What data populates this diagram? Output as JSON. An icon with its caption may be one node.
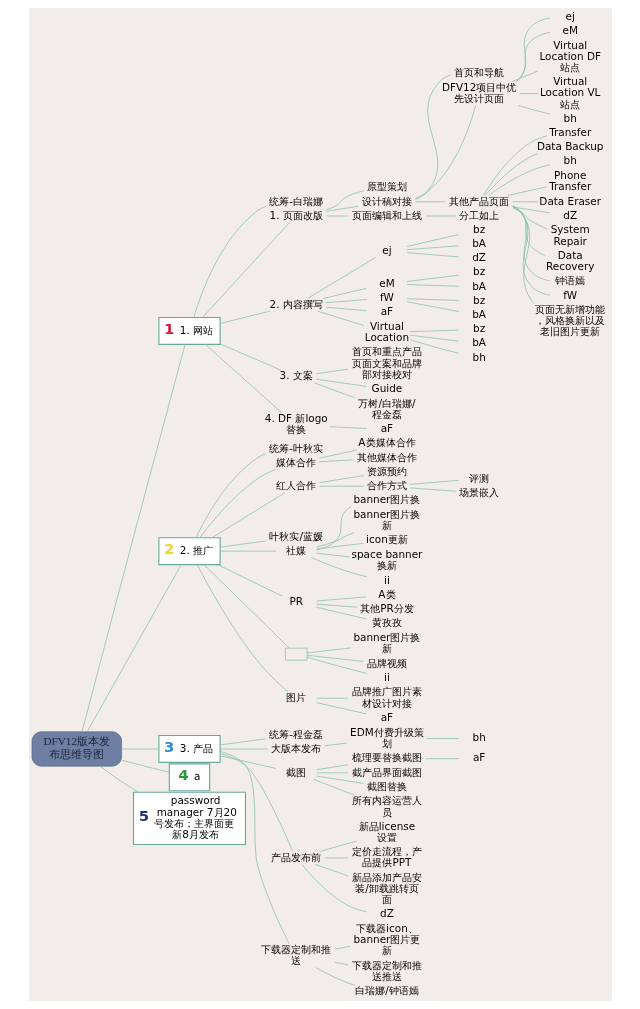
{
  "diagram": {
    "nodes": [
      {
        "text": [
          "DFV12版本发布思维导图"
        ]
      },
      {
        "text": [
          "1",
          "1. 网站"
        ]
      },
      {
        "text": [
          "统筹-白瑞娜"
        ]
      },
      {
        "text": [
          "1. 页面改版"
        ]
      },
      {
        "text": [
          "原型策划"
        ]
      },
      {
        "text": [
          "设计稿对接"
        ]
      },
      {
        "text": [
          "首页和导航"
        ]
      },
      {
        "text": [
          "DFV12项目中优先设计页面"
        ]
      },
      {
        "text": [
          "ej"
        ]
      },
      {
        "text": [
          "eM"
        ]
      },
      {
        "text": [
          "Virtual Location DF站点"
        ]
      },
      {
        "text": [
          "Virtual Location VL站点"
        ]
      },
      {
        "text": [
          "bh"
        ]
      },
      {
        "text": [
          "其他产品页面"
        ]
      },
      {
        "text": [
          "Transfer"
        ]
      },
      {
        "text": [
          "Data Backup"
        ]
      },
      {
        "text": [
          "bh"
        ]
      },
      {
        "text": [
          "Phone Transfer"
        ]
      },
      {
        "text": [
          "Data Eraser"
        ]
      },
      {
        "text": [
          "dZ"
        ]
      },
      {
        "text": [
          "System Repair"
        ]
      },
      {
        "text": [
          "Data Recovery"
        ]
      },
      {
        "text": [
          "钟语嫣"
        ]
      },
      {
        "text": [
          "fW"
        ]
      },
      {
        "text": [
          "页面无新增功能，风格换新以及老旧图片更新"
        ]
      },
      {
        "text": [
          "页面编辑和上线"
        ]
      },
      {
        "text": [
          "分工如上"
        ]
      },
      {
        "text": [
          "2. 内容撰写"
        ]
      },
      {
        "text": [
          "ej"
        ]
      },
      {
        "text": [
          "bz"
        ]
      },
      {
        "text": [
          "bA"
        ]
      },
      {
        "text": [
          "dZ"
        ]
      },
      {
        "text": [
          "eM"
        ]
      },
      {
        "text": [
          "bz"
        ]
      },
      {
        "text": [
          "bA"
        ]
      },
      {
        "text": [
          "fW"
        ]
      },
      {
        "text": [
          "bz"
        ]
      },
      {
        "text": [
          "bA"
        ]
      },
      {
        "text": [
          "aF"
        ]
      },
      {
        "text": [
          "Virtual Location"
        ]
      },
      {
        "text": [
          "bz"
        ]
      },
      {
        "text": [
          "bA"
        ]
      },
      {
        "text": [
          "bh"
        ]
      },
      {
        "text": [
          "3. 文案"
        ]
      },
      {
        "text": [
          "首页和重点产品页面文案和品牌部对接校对"
        ]
      },
      {
        "text": [
          "Guide"
        ]
      },
      {
        "text": [
          "万树/白瑞娜/程金磊"
        ]
      },
      {
        "text": [
          "4. DF 新logo替换"
        ]
      },
      {
        "text": [
          "aF"
        ]
      },
      {
        "text": [
          "2",
          "2. 推广"
        ]
      },
      {
        "text": [
          "统筹-叶秋实"
        ]
      },
      {
        "text": [
          "媒体合作"
        ]
      },
      {
        "text": [
          "A类媒体合作"
        ]
      },
      {
        "text": [
          "其他媒体合作"
        ]
      },
      {
        "text": [
          "红人合作"
        ]
      },
      {
        "text": [
          "资源预约"
        ]
      },
      {
        "text": [
          "合作方式"
        ]
      },
      {
        "text": [
          "评测"
        ]
      },
      {
        "text": [
          "场景嵌入"
        ]
      },
      {
        "text": [
          "叶秋实/蓝媛"
        ]
      },
      {
        "text": [
          "社媒"
        ]
      },
      {
        "text": [
          "banner图片换"
        ]
      },
      {
        "text": [
          "banner图片换新"
        ]
      },
      {
        "text": [
          "icon更新"
        ]
      },
      {
        "text": [
          "space banner换新"
        ]
      },
      {
        "text": [
          "ii"
        ]
      },
      {
        "text": [
          "PR"
        ]
      },
      {
        "text": [
          "A类"
        ]
      },
      {
        "text": [
          "其他PR分发"
        ]
      },
      {
        "text": [
          "黄孜孜"
        ]
      },
      {
        "text": [],
        "shape": "box"
      },
      {
        "text": [
          "banner图片换新"
        ]
      },
      {
        "text": [
          "品牌视频"
        ]
      },
      {
        "text": [
          "ii"
        ]
      },
      {
        "text": [
          "图片"
        ]
      },
      {
        "text": [
          "品牌推广图片素材设计对接"
        ]
      },
      {
        "text": [
          "aF"
        ]
      },
      {
        "text": [
          "3",
          "3. 产品"
        ]
      },
      {
        "text": [
          "统筹-程金磊"
        ]
      },
      {
        "text": [
          "大版本发布"
        ]
      },
      {
        "text": [
          "EDM付费升级策划"
        ]
      },
      {
        "text": [
          "bh"
        ]
      },
      {
        "text": [
          "截图"
        ]
      },
      {
        "text": [
          "梳理要替换截图"
        ]
      },
      {
        "text": [
          "aF"
        ]
      },
      {
        "text": [
          "截产品界面截图"
        ]
      },
      {
        "text": [
          "截图替换"
        ]
      },
      {
        "text": [
          "所有内容运营人员"
        ]
      },
      {
        "text": [
          "产品发布前"
        ]
      },
      {
        "text": [
          "新品license设置"
        ]
      },
      {
        "text": [
          "定价走流程，产品提供PPT"
        ]
      },
      {
        "text": [
          "新品添加产品安装/卸载跳转页面"
        ]
      },
      {
        "text": [
          "dZ"
        ]
      },
      {
        "text": [
          "下载器定制和推送"
        ]
      },
      {
        "text": [
          "下载器icon、banner图片更新"
        ]
      },
      {
        "text": [
          "下载器定制和推送推送"
        ]
      },
      {
        "text": [
          "白瑞娜/钟语嫣"
        ]
      },
      {
        "text": [
          "4",
          "a"
        ]
      },
      {
        "text": [
          "5",
          "password manager 7月20号发布；主界面更新8月发布"
        ]
      }
    ],
    "edges": [
      {
        "from": 0,
        "to": 1,
        "arrow": "none"
      },
      {
        "from": 1,
        "to": 2,
        "arrow": "none"
      },
      {
        "from": 1,
        "to": 3,
        "arrow": "none"
      },
      {
        "from": 3,
        "to": 4,
        "arrow": "none"
      },
      {
        "from": 3,
        "to": 5,
        "arrow": "none"
      },
      {
        "from": 5,
        "to": 6,
        "arrow": "none"
      },
      {
        "from": 5,
        "to": 7,
        "arrow": "none"
      },
      {
        "from": 7,
        "to": 8,
        "arrow": "none"
      },
      {
        "from": 7,
        "to": 9,
        "arrow": "none"
      },
      {
        "from": 7,
        "to": 10,
        "arrow": "none"
      },
      {
        "from": 7,
        "to": 11,
        "arrow": "none"
      },
      {
        "from": 7,
        "to": 12,
        "arrow": "none"
      },
      {
        "from": 5,
        "to": 13,
        "arrow": "none"
      },
      {
        "from": 13,
        "to": 14,
        "arrow": "none"
      },
      {
        "from": 13,
        "to": 15,
        "arrow": "none"
      },
      {
        "from": 13,
        "to": 16,
        "arrow": "none"
      },
      {
        "from": 13,
        "to": 17,
        "arrow": "none"
      },
      {
        "from": 13,
        "to": 18,
        "arrow": "none"
      },
      {
        "from": 13,
        "to": 19,
        "arrow": "none"
      },
      {
        "from": 13,
        "to": 20,
        "arrow": "none"
      },
      {
        "from": 13,
        "to": 21,
        "arrow": "none"
      },
      {
        "from": 13,
        "to": 22,
        "arrow": "none"
      },
      {
        "from": 13,
        "to": 23,
        "arrow": "none"
      },
      {
        "from": 13,
        "to": 24,
        "arrow": "none"
      },
      {
        "from": 3,
        "to": 25,
        "arrow": "none"
      },
      {
        "from": 25,
        "to": 26,
        "arrow": "none"
      },
      {
        "from": 1,
        "to": 27,
        "arrow": "none"
      },
      {
        "from": 27,
        "to": 28,
        "arrow": "none"
      },
      {
        "from": 28,
        "to": 29,
        "arrow": "none"
      },
      {
        "from": 28,
        "to": 30,
        "arrow": "none"
      },
      {
        "from": 28,
        "to": 31,
        "arrow": "none"
      },
      {
        "from": 27,
        "to": 32,
        "arrow": "none"
      },
      {
        "from": 32,
        "to": 33,
        "arrow": "none"
      },
      {
        "from": 32,
        "to": 34,
        "arrow": "none"
      },
      {
        "from": 27,
        "to": 35,
        "arrow": "none"
      },
      {
        "from": 35,
        "to": 36,
        "arrow": "none"
      },
      {
        "from": 35,
        "to": 37,
        "arrow": "none"
      },
      {
        "from": 27,
        "to": 38,
        "arrow": "none"
      },
      {
        "from": 27,
        "to": 39,
        "arrow": "none"
      },
      {
        "from": 39,
        "to": 40,
        "arrow": "none"
      },
      {
        "from": 39,
        "to": 41,
        "arrow": "none"
      },
      {
        "from": 39,
        "to": 42,
        "arrow": "none"
      },
      {
        "from": 1,
        "to": 43,
        "arrow": "none"
      },
      {
        "from": 43,
        "to": 44,
        "arrow": "none"
      },
      {
        "from": 43,
        "to": 45,
        "arrow": "none"
      },
      {
        "from": 43,
        "to": 46,
        "arrow": "none"
      },
      {
        "from": 1,
        "to": 47,
        "arrow": "none"
      },
      {
        "from": 47,
        "to": 48,
        "arrow": "none"
      },
      {
        "from": 0,
        "to": 49,
        "arrow": "none"
      },
      {
        "from": 49,
        "to": 50,
        "arrow": "none"
      },
      {
        "from": 49,
        "to": 51,
        "arrow": "none"
      },
      {
        "from": 51,
        "to": 52,
        "arrow": "none"
      },
      {
        "from": 51,
        "to": 53,
        "arrow": "none"
      },
      {
        "from": 49,
        "to": 54,
        "arrow": "none"
      },
      {
        "from": 54,
        "to": 55,
        "arrow": "none"
      },
      {
        "from": 54,
        "to": 56,
        "arrow": "none"
      },
      {
        "from": 56,
        "to": 57,
        "arrow": "none"
      },
      {
        "from": 56,
        "to": 58,
        "arrow": "none"
      },
      {
        "from": 49,
        "to": 59,
        "arrow": "none"
      },
      {
        "from": 49,
        "to": 60,
        "arrow": "none"
      },
      {
        "from": 60,
        "to": 61,
        "arrow": "none"
      },
      {
        "from": 60,
        "to": 62,
        "arrow": "none"
      },
      {
        "from": 60,
        "to": 63,
        "arrow": "none"
      },
      {
        "from": 60,
        "to": 64,
        "arrow": "none"
      },
      {
        "from": 60,
        "to": 65,
        "arrow": "none"
      },
      {
        "from": 49,
        "to": 66,
        "arrow": "none"
      },
      {
        "from": 66,
        "to": 67,
        "arrow": "none"
      },
      {
        "from": 66,
        "to": 68,
        "arrow": "none"
      },
      {
        "from": 66,
        "to": 69,
        "arrow": "none"
      },
      {
        "from": 49,
        "to": 70,
        "arrow": "none"
      },
      {
        "from": 70,
        "to": 71,
        "arrow": "none"
      },
      {
        "from": 70,
        "to": 72,
        "arrow": "none"
      },
      {
        "from": 70,
        "to": 73,
        "arrow": "none"
      },
      {
        "from": 49,
        "to": 74,
        "arrow": "none"
      },
      {
        "from": 74,
        "to": 75,
        "arrow": "none"
      },
      {
        "from": 74,
        "to": 76,
        "arrow": "none"
      },
      {
        "from": 0,
        "to": 77,
        "arrow": "none"
      },
      {
        "from": 77,
        "to": 78,
        "arrow": "none"
      },
      {
        "from": 77,
        "to": 79,
        "arrow": "none"
      },
      {
        "from": 79,
        "to": 80,
        "arrow": "none"
      },
      {
        "from": 80,
        "to": 81,
        "arrow": "none"
      },
      {
        "from": 77,
        "to": 82,
        "arrow": "none"
      },
      {
        "from": 82,
        "to": 83,
        "arrow": "none"
      },
      {
        "from": 83,
        "to": 84,
        "arrow": "none"
      },
      {
        "from": 82,
        "to": 85,
        "arrow": "none"
      },
      {
        "from": 82,
        "to": 86,
        "arrow": "none"
      },
      {
        "from": 82,
        "to": 87,
        "arrow": "none"
      },
      {
        "from": 77,
        "to": 88,
        "arrow": "none"
      },
      {
        "from": 88,
        "to": 89,
        "arrow": "none"
      },
      {
        "from": 88,
        "to": 90,
        "arrow": "none"
      },
      {
        "from": 88,
        "to": 91,
        "arrow": "none"
      },
      {
        "from": 88,
        "to": 92,
        "arrow": "none"
      },
      {
        "from": 77,
        "to": 93,
        "arrow": "none"
      },
      {
        "from": 93,
        "to": 94,
        "arrow": "none"
      },
      {
        "from": 93,
        "to": 95,
        "arrow": "none"
      },
      {
        "from": 93,
        "to": 96,
        "arrow": "none"
      },
      {
        "from": 0,
        "to": 97,
        "arrow": "none"
      },
      {
        "from": 0,
        "to": 98,
        "arrow": "none"
      }
    ]
  }
}
